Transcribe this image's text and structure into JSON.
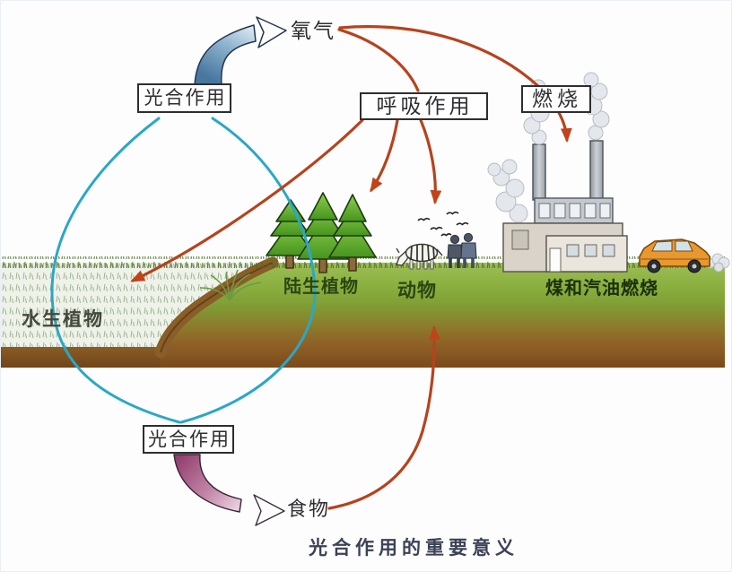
{
  "caption": "光合作用的重要意义",
  "nodes": {
    "oxygen": {
      "label": "氧气"
    },
    "photosynthesis_top": {
      "label": "光合作用"
    },
    "photosynthesis_bottom": {
      "label": "光合作用"
    },
    "respiration": {
      "label": "呼吸作用"
    },
    "combustion": {
      "label": "燃烧"
    },
    "aquatic_plants": {
      "label": "水生植物"
    },
    "terrestrial_plants": {
      "label": "陆生植物"
    },
    "animals": {
      "label": "动物"
    },
    "coal_and_gasoline": {
      "label": "煤和汽油燃烧"
    },
    "food": {
      "label": "食物"
    }
  },
  "arrows": [
    {
      "from": "photosynthesis_top",
      "to": "oxygen",
      "style": "blue-ribbon"
    },
    {
      "from": "oxygen",
      "to": "respiration",
      "style": "red-line"
    },
    {
      "from": "oxygen",
      "to": "combustion",
      "style": "red-line"
    },
    {
      "from": "combustion",
      "to": "coal_and_gasoline",
      "style": "red-arrow"
    },
    {
      "from": "respiration",
      "to": "aquatic_plants",
      "style": "red-arrow"
    },
    {
      "from": "respiration",
      "to": "terrestrial_plants",
      "style": "red-arrow"
    },
    {
      "from": "respiration",
      "to": "animals",
      "style": "red-arrow"
    },
    {
      "from": "food",
      "to": "animals",
      "style": "red-arrow"
    },
    {
      "from": "photosynthesis_bottom",
      "to": "food",
      "style": "pink-ribbon"
    },
    {
      "from": "photosynthesis_top",
      "to": "photosynthesis_bottom",
      "via": "aquatic_plants",
      "style": "cyan-arc"
    },
    {
      "from": "photosynthesis_top",
      "to": "photosynthesis_bottom",
      "via": "terrestrial_plants",
      "style": "cyan-arc"
    }
  ],
  "scene_objects": [
    "aquatic-vegetation",
    "conifer-trees",
    "zebra",
    "people",
    "birds",
    "factory",
    "smoke",
    "car"
  ],
  "colors": {
    "red_arrow": "#b6431c",
    "cyan_arc": "#2ba7c7",
    "ribbon_blue": "#48779f",
    "ribbon_pink": "#93406f",
    "grass_green": "#8ab03f",
    "soil_brown": "#7a4b1b",
    "water_pale": "#eef2e9",
    "box_border": "#2e2e2e"
  }
}
